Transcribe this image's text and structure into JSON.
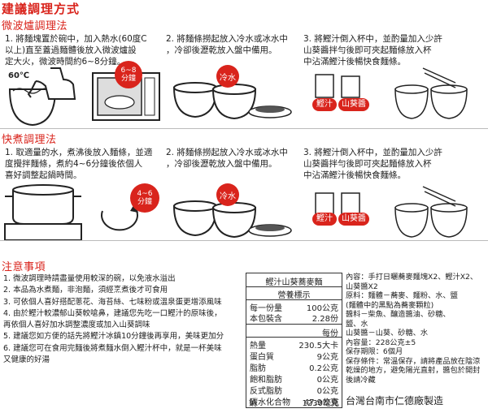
{
  "title": "建議調理方式",
  "microwave": {
    "heading": "微波爐調理法",
    "steps": [
      [
        "1. 將麵塊置於碗中，加入熱水(60度C",
        "   以上)直至蓋過麵體後放入微波爐設",
        "   定大火，微波時間約6~8分鐘。"
      ],
      [
        "2. 將麵條撈起放入冷水或冰水中",
        "   ，冷卻後瀝乾放入盤中備用。"
      ],
      [
        "3. 將鰹汁倒入杯中，並酌量加入少許",
        "   山葵醬拌勻後即可夾起麵條放入杯",
        "   中沾滿鰹汁後暢快食麵條。"
      ]
    ],
    "temp_label": "60℃",
    "time_label": [
      "6~8",
      "分鐘"
    ],
    "cold_label": "冷水",
    "sauce_label": "鰹汁",
    "wasabi_label": "山葵醬"
  },
  "quick": {
    "heading": "快煮調理法",
    "steps": [
      [
        "1. 取適量的水，煮沸後放入麵條，並適",
        "   度攪拌麵條，煮約4~6分鐘後依個人",
        "   喜好調整起鍋時間。"
      ],
      [
        "2. 將麵條撈起放入冷水或冰水中",
        "   ，冷卻後瀝乾放入盤中備用。"
      ],
      [
        "3. 將鰹汁倒入杯中，並酌量加入少許",
        "   山葵醬拌勻後即可夾起麵條放入杯",
        "   中沾滿鰹汁後暢快食麵條。"
      ]
    ],
    "time_label": [
      "4~6",
      "分鐘"
    ],
    "cold_label": "冷水",
    "sauce_label": "鰹汁",
    "wasabi_label": "山葵醬"
  },
  "notice": {
    "heading": "注意事項",
    "items": [
      "1. 微波調理時請盡量使用較深的碗，以免液水溢出",
      "2. 本品為水煮麵，非泡麵，須經烹煮後才可食用",
      "3. 可依個人喜好搭配蔥花、海苔絲、七味粉或溫泉蛋更增添風味",
      "4. 由於鰹汁較濃郁山葵較嗆鼻，建議您先吃一口鰹汁的原味後，",
      "   再依個人喜好加水調整濃度或加入山葵調味",
      "5. 建議您如方便的話先將鰹汁冰鎮10分鐘後再享用，美味更加分",
      "6. 建議您可在食用完麵後將煮麵水倒入鰹汁杯中，就是一杯美味",
      "   又健康的好湯"
    ]
  },
  "nutrition": {
    "product": "鰹汁山葵蕎麥麵",
    "label_title": "營養標示",
    "serving": {
      "label": "每一份量",
      "value": "100公克"
    },
    "servings": {
      "label": "本包裝含",
      "value": "2.28份"
    },
    "per": "每份",
    "rows": [
      {
        "label": "熱量",
        "value": "230.5大卡"
      },
      {
        "label": "蛋白質",
        "value": "9公克"
      },
      {
        "label": "脂肪",
        "value": "0.2公克"
      },
      {
        "label": "飽和脂肪",
        "value": "0公克"
      },
      {
        "label": "反式脂肪",
        "value": "0公克"
      },
      {
        "label": "碳水化合物",
        "value": "47.9公克"
      },
      {
        "label": "鈉",
        "value": "1230毫克"
      }
    ]
  },
  "info": {
    "lines": [
      "內容：手打日曬蕎麥麵塊X2、鰹汁X2、",
      "      山葵醬X2",
      "原料：麵體－蕎麥、麵粉、水、鹽",
      "      (麵體中的黑點為蕎麥顆粒)",
      "      醬料－柴魚、釀造醬油、砂糖、",
      "            鹽、水",
      "      山葵醬－山葵、砂糖、水",
      "內容量：228公克±5",
      "保存期限：6個月",
      "保存條件：常溫保存，請將產品放在陰涼",
      "乾燥的地方，避免陽光直射，醬包於開封",
      "後請冷藏"
    ],
    "maker": "台灣台南市仁德廠製造"
  }
}
